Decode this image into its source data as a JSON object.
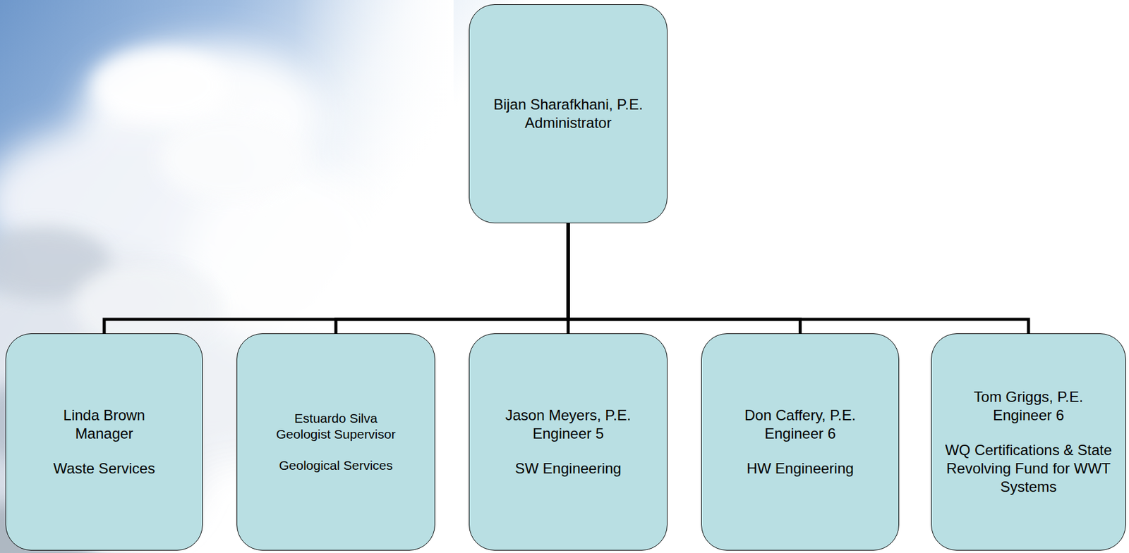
{
  "diagram": {
    "nodes": [
      {
        "text": [
          "Bijan Sharafkhani, P.E.",
          "Administrator"
        ]
      },
      {
        "text": [
          "Linda Brown",
          "Manager",
          "Waste Services"
        ]
      },
      {
        "text": [
          "Estuardo Silva",
          "Geologist Supervisor",
          "Geological Services"
        ]
      },
      {
        "text": [
          "Jason Meyers, P.E.",
          "Engineer 5",
          "SW Engineering"
        ]
      },
      {
        "text": [
          "Don Caffery, P.E.",
          "Engineer 6",
          "HW Engineering"
        ]
      },
      {
        "text": [
          "Tom Griggs, P.E.",
          "Engineer 6",
          "WQ Certifications & State Revolving Fund for WWT Systems"
        ]
      }
    ],
    "edges": [
      {
        "from": 0,
        "to": 1,
        "arrow": "none"
      },
      {
        "from": 0,
        "to": 2,
        "arrow": "none"
      },
      {
        "from": 0,
        "to": 3,
        "arrow": "none"
      },
      {
        "from": 0,
        "to": 4,
        "arrow": "none"
      },
      {
        "from": 0,
        "to": 5,
        "arrow": "none"
      }
    ]
  }
}
